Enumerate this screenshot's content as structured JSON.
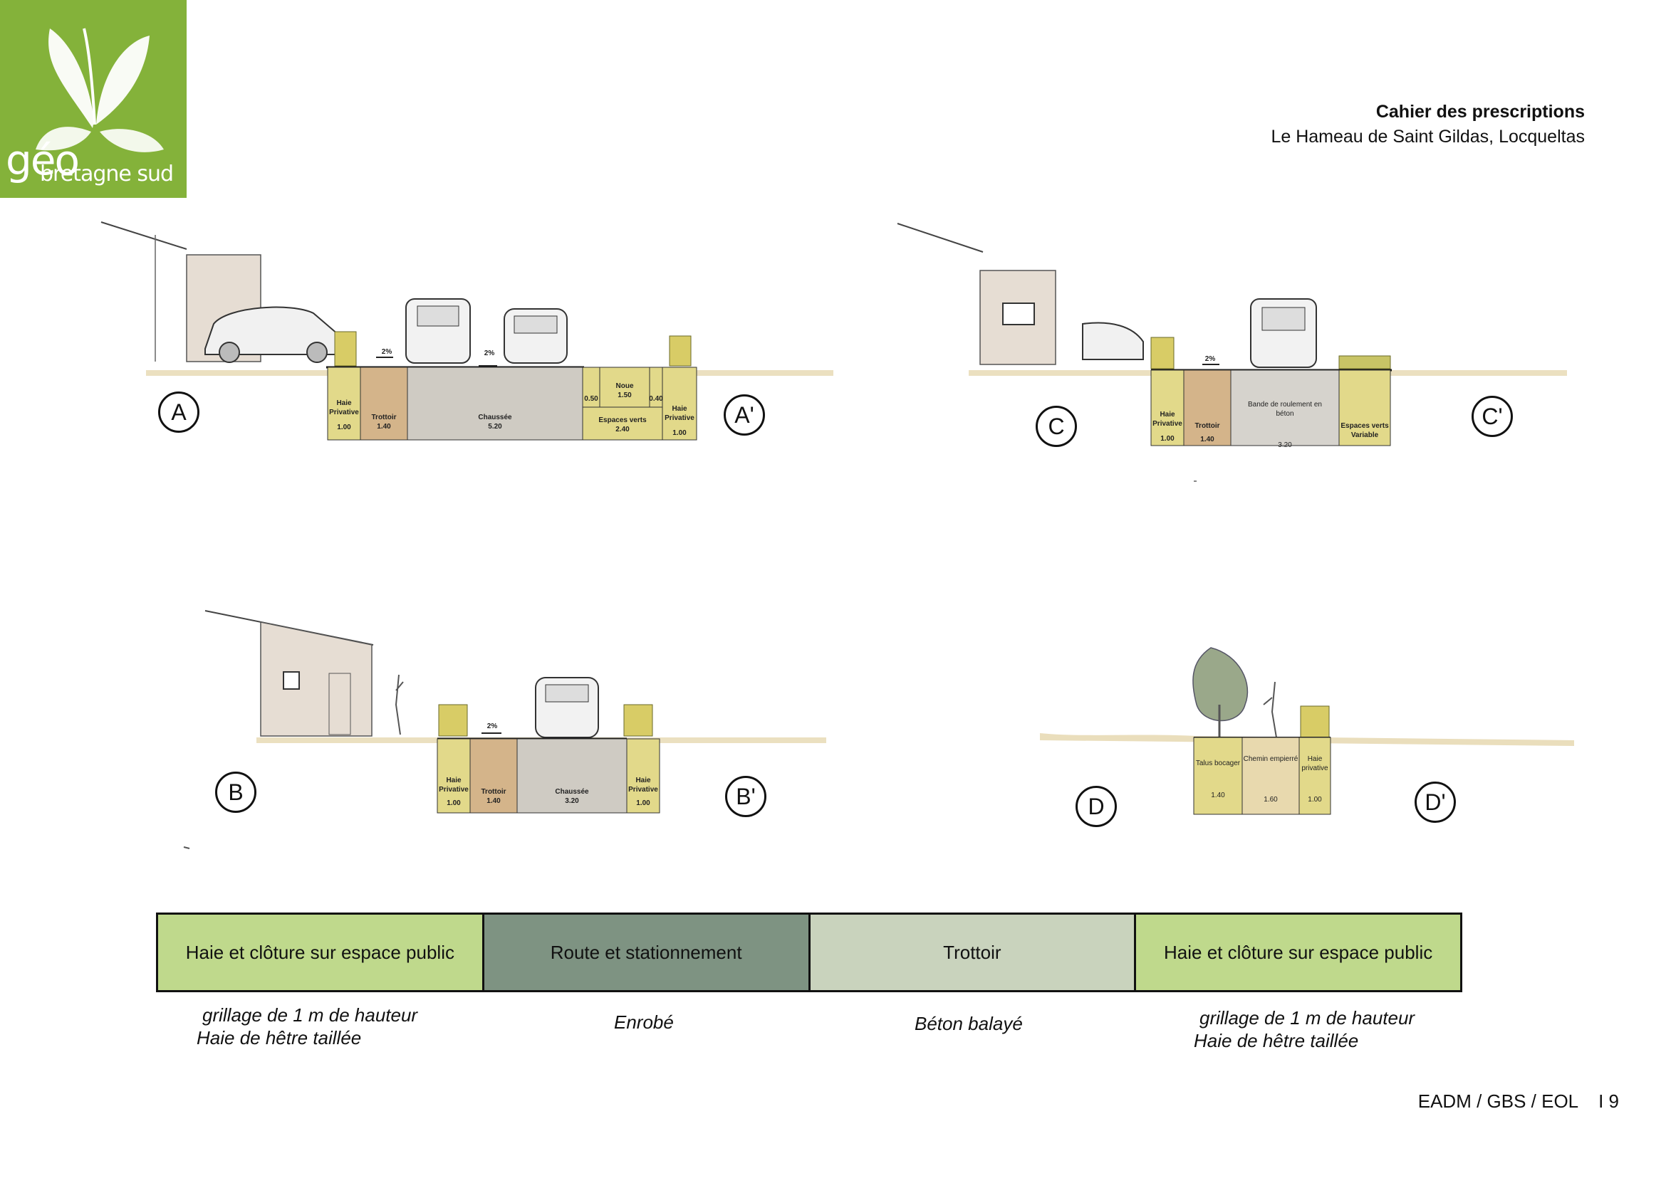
{
  "logo": {
    "word": "géo",
    "subtitle": "bretagne sud",
    "bg_color": "#84b23a"
  },
  "header": {
    "title": "Cahier des prescriptions",
    "subtitle": "Le Hameau de Saint Gildas, Locqueltas"
  },
  "sections": {
    "aa": {
      "start": "A",
      "end": "A'",
      "slopes": [
        "2%",
        "2%"
      ],
      "bands": [
        {
          "label": "Haie Privative",
          "width": "1.00"
        },
        {
          "label": "Trottoir",
          "width": "1.40"
        },
        {
          "label": "Chaussée",
          "width": "5.20"
        },
        {
          "label": "Noue",
          "width": "1.50"
        },
        {
          "label": "Espaces verts",
          "width": "2.40"
        },
        {
          "label": "Haie Privative",
          "width": "1.00"
        }
      ],
      "small_dims": [
        "0.50",
        "0.40"
      ]
    },
    "cc": {
      "start": "C",
      "end": "C'",
      "slopes": [
        "2%"
      ],
      "bands": [
        {
          "label": "Haie Privative",
          "width": "1.00"
        },
        {
          "label": "Trottoir",
          "width": "1.40"
        },
        {
          "label": "Bande de roulement en béton",
          "width": "3.20"
        },
        {
          "label": "Espaces verts",
          "width": "Variable"
        }
      ]
    },
    "bb": {
      "start": "B",
      "end": "B'",
      "slopes": [
        "2%"
      ],
      "bands": [
        {
          "label": "Haie Privative",
          "width": "1.00"
        },
        {
          "label": "Trottoir",
          "width": "1.40"
        },
        {
          "label": "Chaussée",
          "width": "3.20"
        },
        {
          "label": "Haie Privative",
          "width": "1.00"
        }
      ]
    },
    "dd": {
      "start": "D",
      "end": "D'",
      "bands": [
        {
          "label": "Talus bocager",
          "width": "1.40"
        },
        {
          "label": "Chemin empierré",
          "width": "1.60"
        },
        {
          "label": "Haie privative",
          "width": "1.00"
        }
      ]
    }
  },
  "legend": [
    {
      "label": "Haie et clôture sur espace public",
      "color": "#bfd98c",
      "note": [
        "grillage de 1 m de hauteur",
        "Haie de hêtre taillée"
      ]
    },
    {
      "label": "Route et stationnement",
      "color": "#7e9382",
      "note": [
        "Enrobé"
      ]
    },
    {
      "label": "Trottoir",
      "color": "#c9d3bd",
      "note": [
        "Béton balayé"
      ]
    },
    {
      "label": "Haie et clôture sur espace public",
      "color": "#bfd98c",
      "note": [
        "grillage de 1 m de hauteur",
        "Haie de hêtre taillée"
      ]
    }
  ],
  "footer": {
    "text": "EADM / GBS / EOL",
    "page": "I 9"
  }
}
